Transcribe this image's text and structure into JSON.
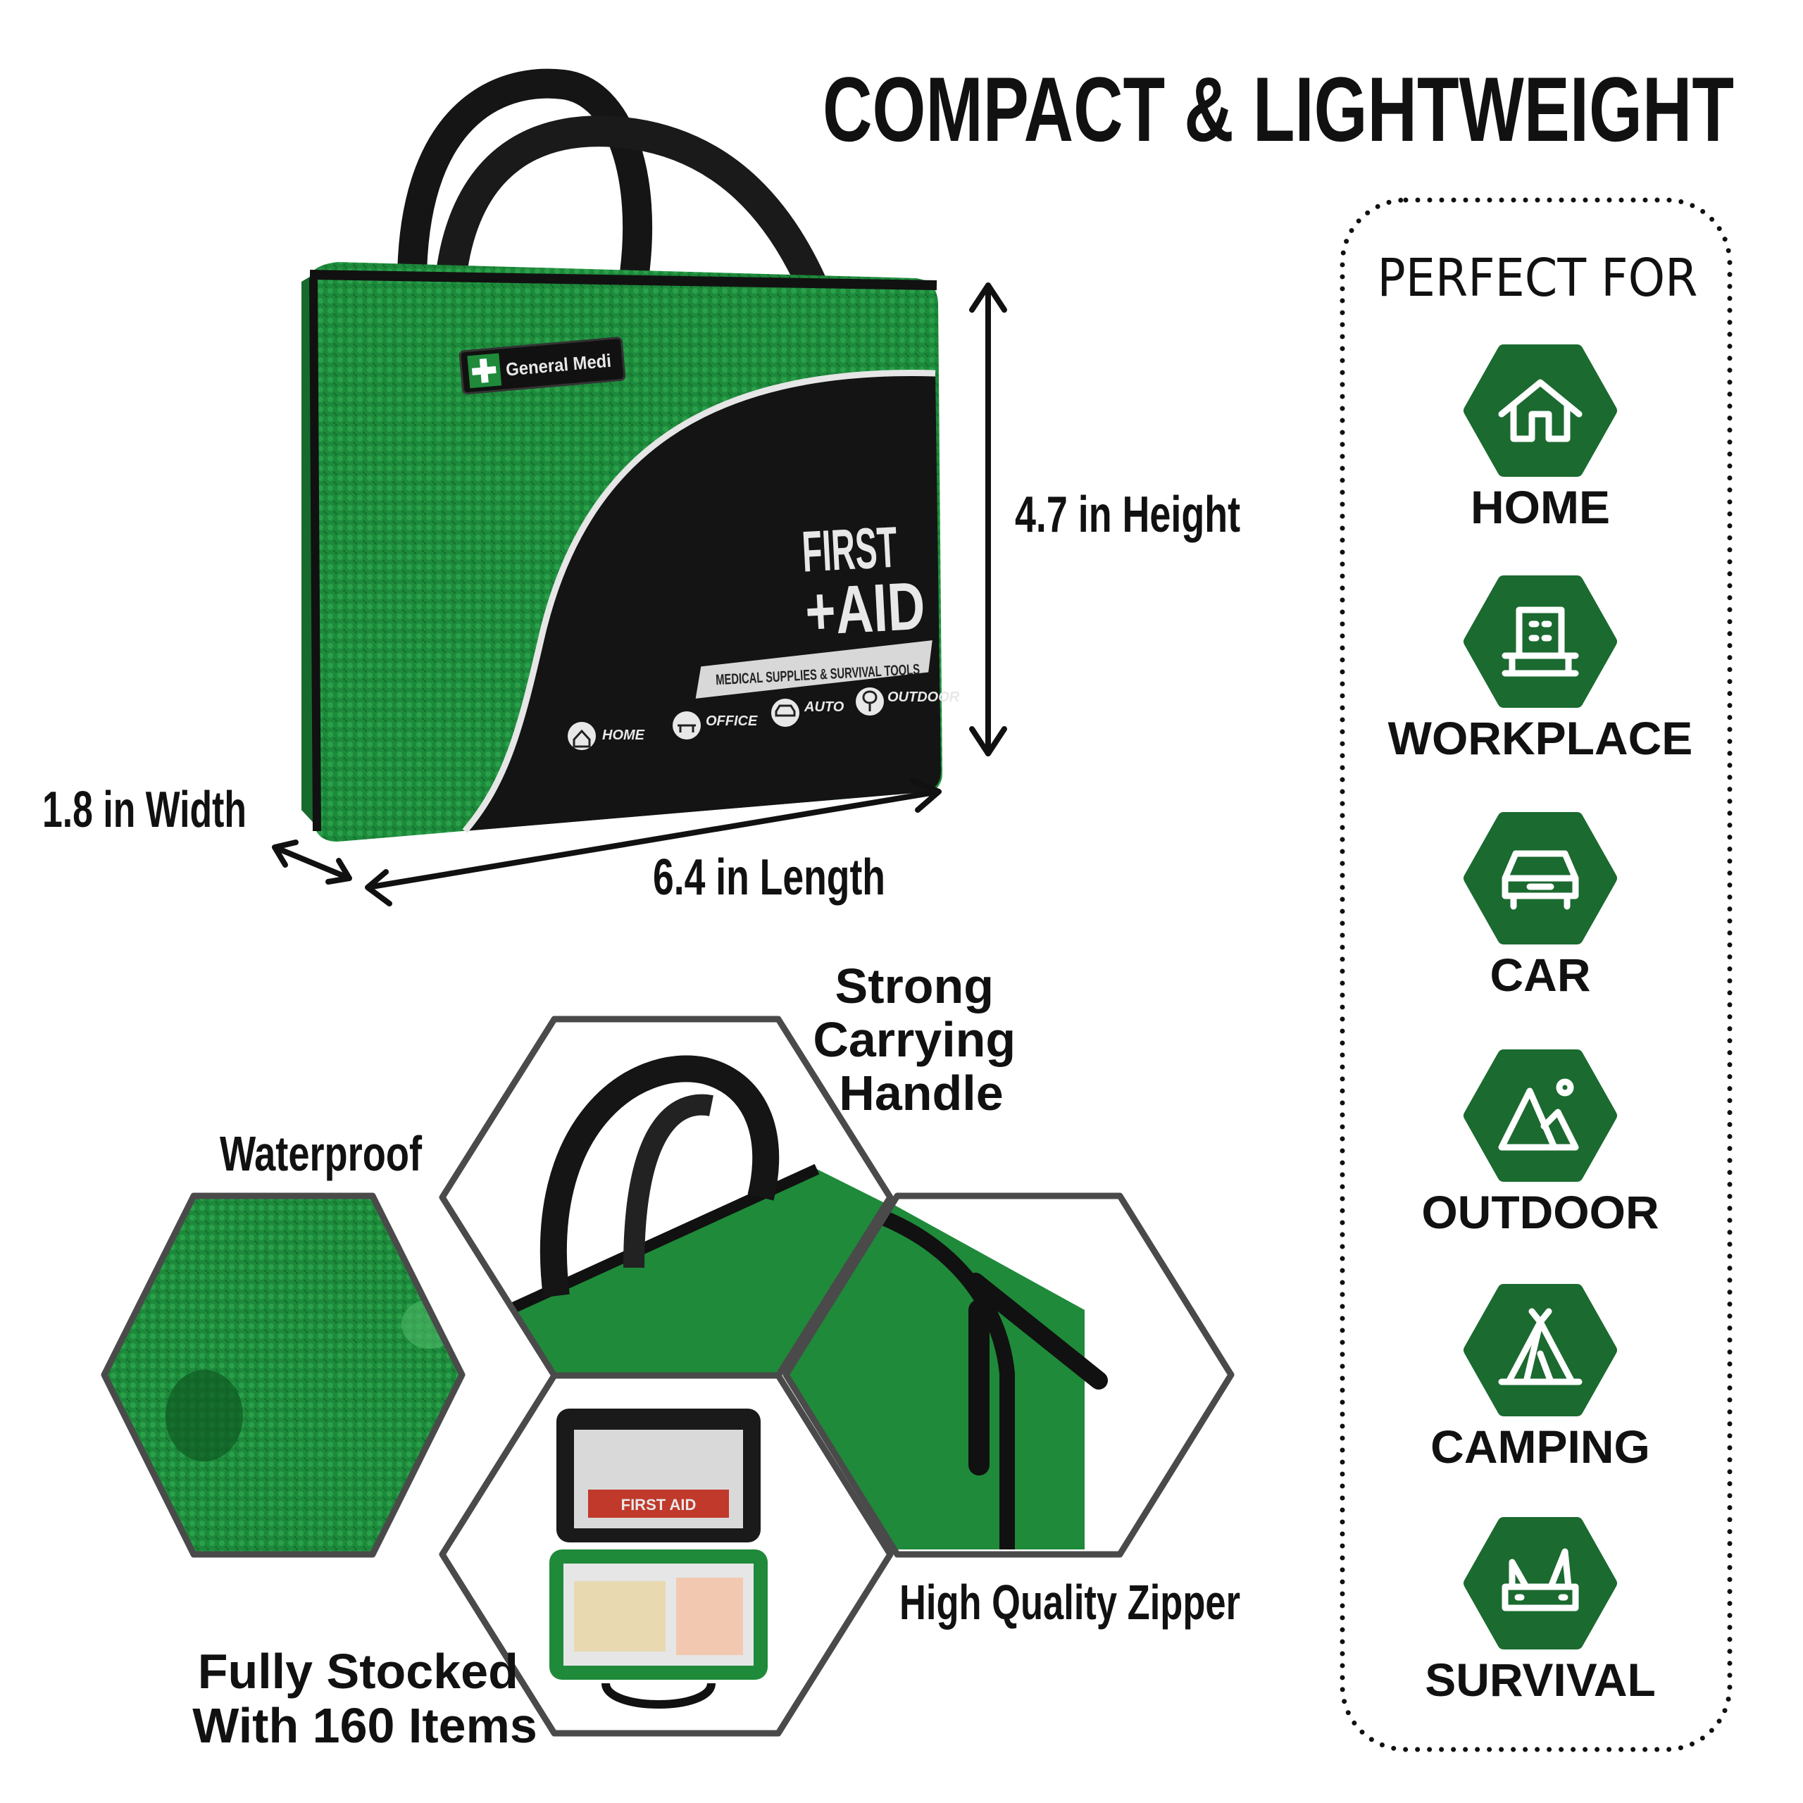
{
  "headline": "COMPACT & LIGHTWEIGHT",
  "dimensions": {
    "height": "4.7 in Height",
    "width": "1.8 in Width",
    "length": "6.4 in Length"
  },
  "bag": {
    "brand": "General Medi",
    "first": "FIRST",
    "aid": "+AID",
    "tagline": "MEDICAL SUPPLIES & SURVIVAL TOOLS",
    "icons": [
      {
        "label": "HOME",
        "icon": "house-icon"
      },
      {
        "label": "OFFICE",
        "icon": "desk-icon"
      },
      {
        "label": "AUTO",
        "icon": "car-icon"
      },
      {
        "label": "OUTDOOR",
        "icon": "tree-icon"
      }
    ],
    "bag_color": "#1f8a3a",
    "panel_color": "#141414"
  },
  "perfect_for": {
    "title": "PERFECT FOR",
    "icon_color": "#1b6a30",
    "items": [
      {
        "label": "HOME",
        "icon": "house-icon"
      },
      {
        "label": "WORKPLACE",
        "icon": "office-chair-icon"
      },
      {
        "label": "CAR",
        "icon": "car-icon"
      },
      {
        "label": "OUTDOOR",
        "icon": "mountain-sun-icon"
      },
      {
        "label": "CAMPING",
        "icon": "tent-icon"
      },
      {
        "label": "SURVIVAL",
        "icon": "multitool-icon"
      }
    ]
  },
  "features": {
    "waterproof": "Waterproof",
    "handle": [
      "Strong",
      "Carrying",
      "Handle"
    ],
    "zipper": "High Quality Zipper",
    "stocked": [
      "Fully Stocked",
      "With 160 Items"
    ],
    "kit_label": "FIRST AID"
  }
}
